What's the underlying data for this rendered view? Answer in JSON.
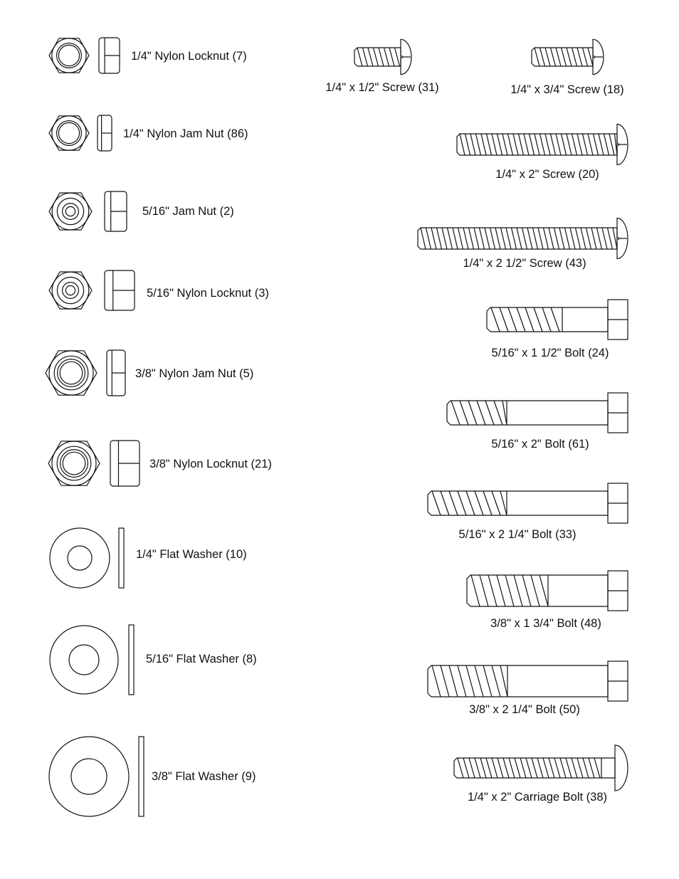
{
  "parts": {
    "nylon_locknut_1_4": "1/4\" Nylon Locknut (7)",
    "nylon_jam_nut_1_4": "1/4\" Nylon Jam Nut (86)",
    "jam_nut_5_16": "5/16\" Jam Nut (2)",
    "nylon_locknut_5_16": "5/16\" Nylon Locknut (3)",
    "nylon_jam_nut_3_8": "3/8\" Nylon Jam Nut (5)",
    "nylon_locknut_3_8": "3/8\" Nylon Locknut (21)",
    "flat_washer_1_4": "1/4\" Flat Washer (10)",
    "flat_washer_5_16": "5/16\" Flat Washer (8)",
    "flat_washer_3_8": "3/8\" Flat Washer (9)",
    "screw_1_4x1_2": "1/4\" x 1/2\" Screw (31)",
    "screw_1_4x3_4": "1/4\" x 3/4\" Screw (18)",
    "screw_1_4x2": "1/4\" x 2\" Screw (20)",
    "screw_1_4x2_1_2": "1/4\" x 2 1/2\" Screw (43)",
    "bolt_5_16x1_1_2": "5/16\" x 1 1/2\" Bolt (24)",
    "bolt_5_16x2": "5/16\" x 2\" Bolt (61)",
    "bolt_5_16x2_1_4": "5/16\" x 2 1/4\" Bolt (33)",
    "bolt_3_8x1_3_4": "3/8\" x 1 3/4\" Bolt (48)",
    "bolt_3_8x2_1_4": "3/8\" x 2 1/4\" Bolt (50)",
    "carriage_bolt_1_4x2": "1/4\" x 2\" Carriage Bolt (38)"
  }
}
